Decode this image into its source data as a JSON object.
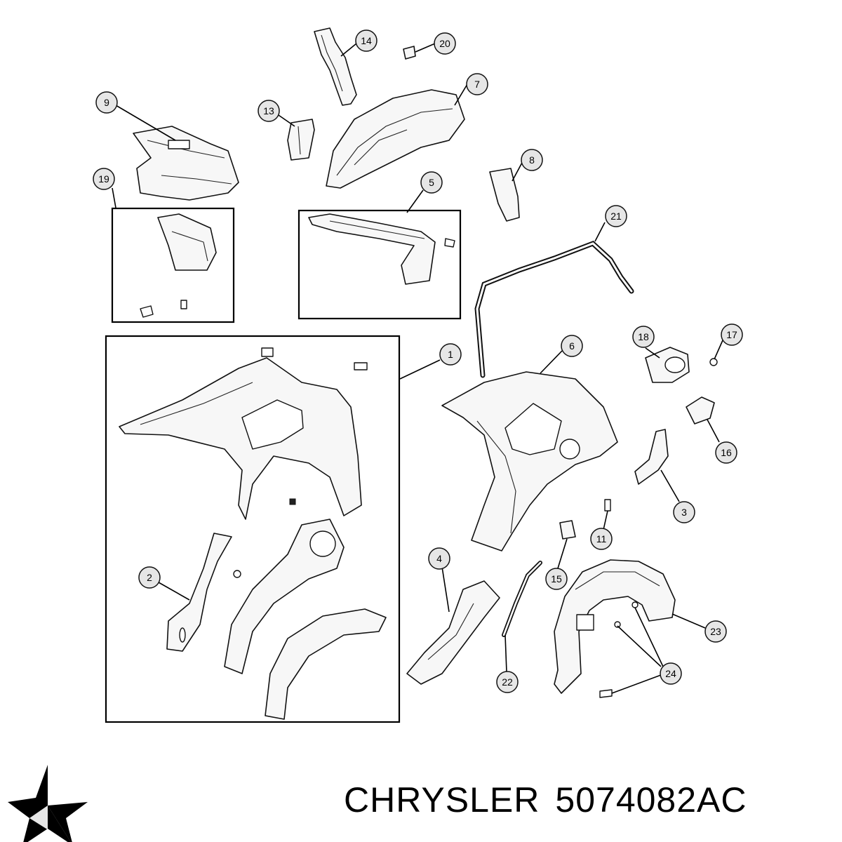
{
  "brand": {
    "make": "CHRYSLER",
    "part_number": "5074082AC",
    "logo_icon": "pentastar-icon"
  },
  "callouts": [
    "1",
    "2",
    "3",
    "4",
    "5",
    "6",
    "7",
    "8",
    "9",
    "11",
    "13",
    "14",
    "15",
    "16",
    "17",
    "18",
    "19",
    "20",
    "21",
    "22",
    "23",
    "24"
  ]
}
